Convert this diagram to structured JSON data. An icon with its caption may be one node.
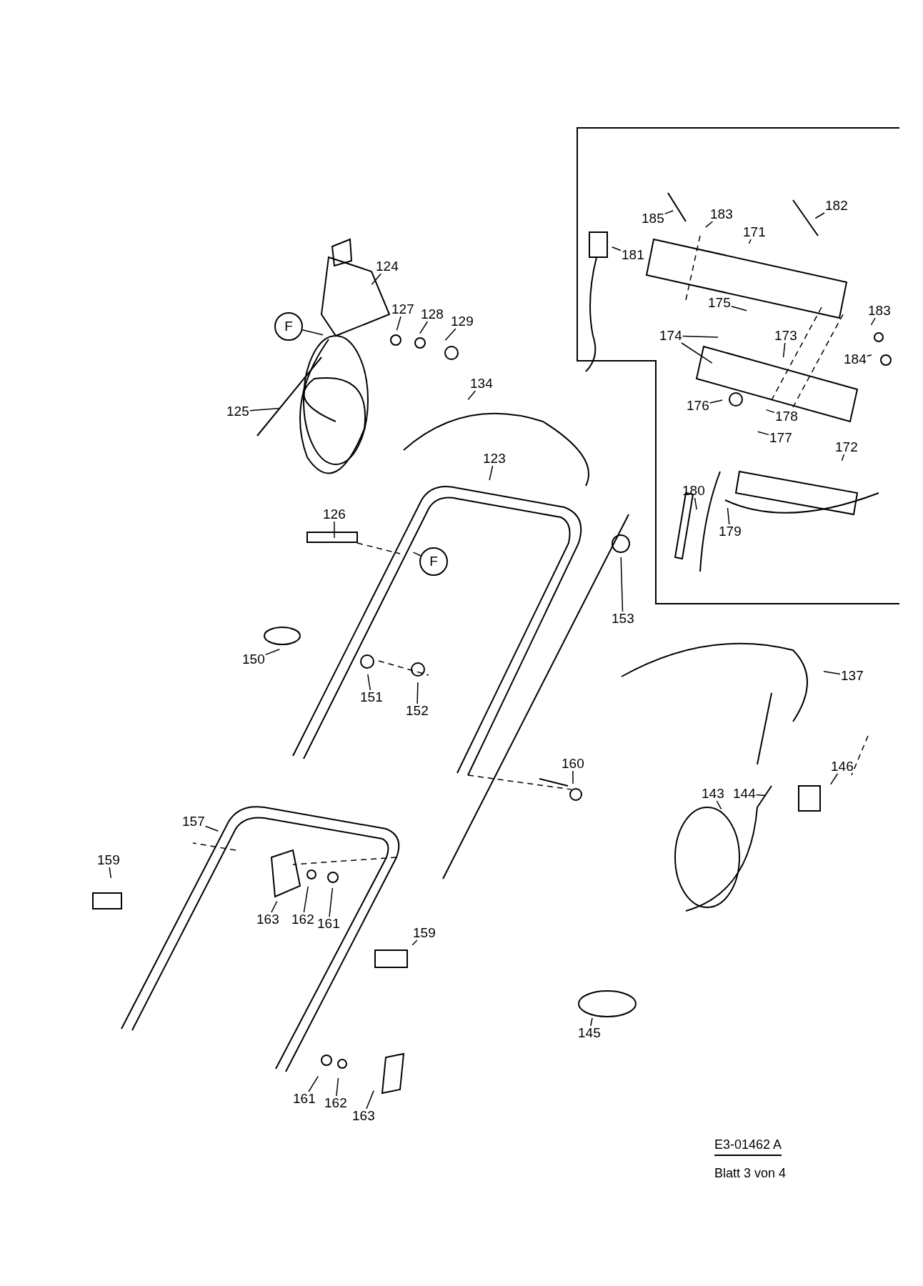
{
  "diagram": {
    "nodes": [
      {
        "text": [],
        "shape": "box"
      },
      {
        "text": [
          "185"
        ],
        "in": 0
      },
      {
        "text": [
          "183"
        ],
        "in": 0
      },
      {
        "text": [
          "182"
        ],
        "in": 0
      },
      {
        "text": [
          "171"
        ],
        "in": 0
      },
      {
        "text": [
          "181"
        ],
        "in": 0
      },
      {
        "text": [
          "175"
        ],
        "in": 0
      },
      {
        "text": [
          "174"
        ],
        "in": 0
      },
      {
        "text": [
          "173"
        ],
        "in": 0
      },
      {
        "text": [
          "183"
        ],
        "in": 0
      },
      {
        "text": [
          "184"
        ],
        "in": 0
      },
      {
        "text": [
          "176"
        ],
        "in": 0
      },
      {
        "text": [
          "178"
        ],
        "in": 0
      },
      {
        "text": [
          "177"
        ],
        "in": 0
      },
      {
        "text": [
          "172"
        ],
        "in": 0
      },
      {
        "text": [
          "180"
        ],
        "in": 0
      },
      {
        "text": [
          "179"
        ],
        "in": 0
      },
      {
        "text": [
          "124"
        ]
      },
      {
        "text": [
          "F"
        ]
      },
      {
        "text": [
          "127"
        ]
      },
      {
        "text": [
          "128"
        ]
      },
      {
        "text": [
          "129"
        ]
      },
      {
        "text": [
          "125"
        ]
      },
      {
        "text": [
          "134"
        ]
      },
      {
        "text": [
          "123"
        ]
      },
      {
        "text": [
          "126"
        ]
      },
      {
        "text": [
          "F"
        ]
      },
      {
        "text": [
          "153"
        ]
      },
      {
        "text": [
          "150"
        ]
      },
      {
        "text": [
          "151"
        ]
      },
      {
        "text": [
          "152"
        ]
      },
      {
        "text": [
          "137"
        ]
      },
      {
        "text": [
          "160"
        ]
      },
      {
        "text": [
          "146"
        ]
      },
      {
        "text": [
          "143"
        ]
      },
      {
        "text": [
          "144"
        ]
      },
      {
        "text": [
          "157"
        ]
      },
      {
        "text": [
          "159"
        ]
      },
      {
        "text": [
          "163"
        ]
      },
      {
        "text": [
          "162"
        ]
      },
      {
        "text": [
          "161"
        ]
      },
      {
        "text": [
          "159"
        ]
      },
      {
        "text": [
          "145"
        ]
      },
      {
        "text": [
          "161"
        ]
      },
      {
        "text": [
          "162"
        ]
      },
      {
        "text": [
          "163"
        ]
      }
    ],
    "edges": [
      {
        "from": 1,
        "to": null,
        "arrow": "none"
      },
      {
        "from": 2,
        "to": null,
        "arrow": "none"
      },
      {
        "from": 3,
        "to": null,
        "arrow": "none"
      },
      {
        "from": 4,
        "to": null,
        "arrow": "none"
      },
      {
        "from": 5,
        "to": null,
        "arrow": "none"
      },
      {
        "from": 6,
        "to": null,
        "arrow": "none"
      },
      {
        "from": 7,
        "to": null,
        "arrow": "none"
      },
      {
        "from": 7,
        "to": null,
        "arrow": "none"
      },
      {
        "from": 8,
        "to": null,
        "arrow": "none"
      },
      {
        "from": 9,
        "to": null,
        "arrow": "none"
      },
      {
        "from": 10,
        "to": null,
        "arrow": "none"
      },
      {
        "from": 11,
        "to": null,
        "arrow": "none"
      },
      {
        "from": 12,
        "to": null,
        "arrow": "none"
      },
      {
        "from": 13,
        "to": null,
        "arrow": "none"
      },
      {
        "from": 14,
        "to": null,
        "arrow": "none"
      },
      {
        "from": 15,
        "to": null,
        "arrow": "none"
      },
      {
        "from": 16,
        "to": null,
        "arrow": "none"
      },
      {
        "from": 17,
        "to": null,
        "arrow": "none"
      },
      {
        "from": 18,
        "to": null,
        "arrow": "none"
      },
      {
        "from": 19,
        "to": null,
        "arrow": "none"
      },
      {
        "from": 20,
        "to": null,
        "arrow": "none"
      },
      {
        "from": 21,
        "to": null,
        "arrow": "none"
      },
      {
        "from": 22,
        "to": null,
        "arrow": "none"
      },
      {
        "from": 23,
        "to": null,
        "arrow": "none"
      },
      {
        "from": 24,
        "to": null,
        "arrow": "none"
      },
      {
        "from": 25,
        "to": null,
        "arrow": "none"
      },
      {
        "from": 26,
        "to": null,
        "arrow": "none"
      },
      {
        "from": 27,
        "to": null,
        "arrow": "none"
      },
      {
        "from": 28,
        "to": null,
        "arrow": "none"
      },
      {
        "from": 29,
        "to": null,
        "arrow": "none"
      },
      {
        "from": 30,
        "to": null,
        "arrow": "none"
      },
      {
        "from": 31,
        "to": null,
        "arrow": "none"
      },
      {
        "from": 32,
        "to": null,
        "arrow": "none"
      },
      {
        "from": 33,
        "to": null,
        "arrow": "none"
      },
      {
        "from": 34,
        "to": null,
        "arrow": "none"
      },
      {
        "from": 35,
        "to": null,
        "arrow": "none"
      },
      {
        "from": 36,
        "to": null,
        "arrow": "none"
      },
      {
        "from": 37,
        "to": null,
        "arrow": "none"
      },
      {
        "from": 38,
        "to": null,
        "arrow": "none"
      },
      {
        "from": 39,
        "to": null,
        "arrow": "none"
      },
      {
        "from": 40,
        "to": null,
        "arrow": "none"
      },
      {
        "from": 41,
        "to": null,
        "arrow": "none"
      },
      {
        "from": 42,
        "to": null,
        "arrow": "none"
      },
      {
        "from": 43,
        "to": null,
        "arrow": "none"
      },
      {
        "from": 44,
        "to": null,
        "arrow": "none"
      },
      {
        "from": 45,
        "to": null,
        "arrow": "none"
      }
    ],
    "labels": [
      "E3-01462 A",
      "Blatt 3 von 4"
    ]
  }
}
